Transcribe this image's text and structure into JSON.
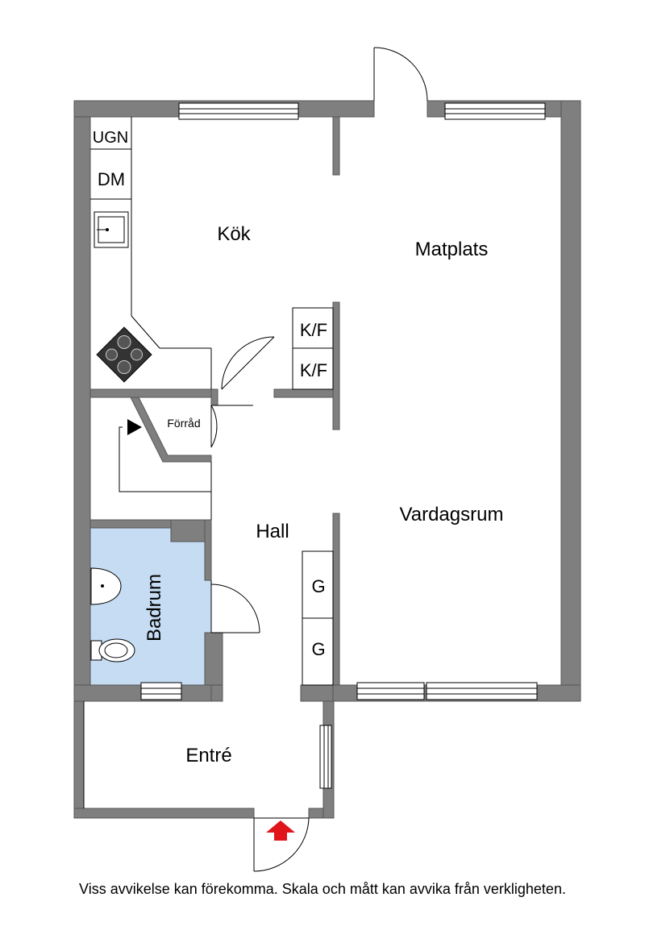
{
  "rooms": {
    "kok": "Kök",
    "matplats": "Matplats",
    "vardagsrum": "Vardagsrum",
    "hall": "Hall",
    "badrum": "Badrum",
    "entre": "Entré",
    "forrad": "Förråd"
  },
  "fixtures": {
    "oven": "UGN",
    "dishwasher": "DM",
    "fridge_freezer_1": "K/F",
    "fridge_freezer_2": "K/F",
    "wardrobe_1": "G",
    "wardrobe_2": "G"
  },
  "disclaimer": "Viss avvikelse kan förekomma. Skala och mått kan avvika från verkligheten.",
  "colors": {
    "wall": "#7f7f7f",
    "wall_outline": "#555555",
    "bathroom_fill": "#c5dcf3",
    "entrance_arrow": "#e0141b",
    "line": "#000000"
  },
  "icons": {
    "entrance": "entrance-arrow-icon",
    "stove": "stove-icon",
    "sink": "sink-icon",
    "toilet": "toilet-icon",
    "washbasin": "washbasin-icon",
    "stairs": "stair-arrow-icon"
  }
}
